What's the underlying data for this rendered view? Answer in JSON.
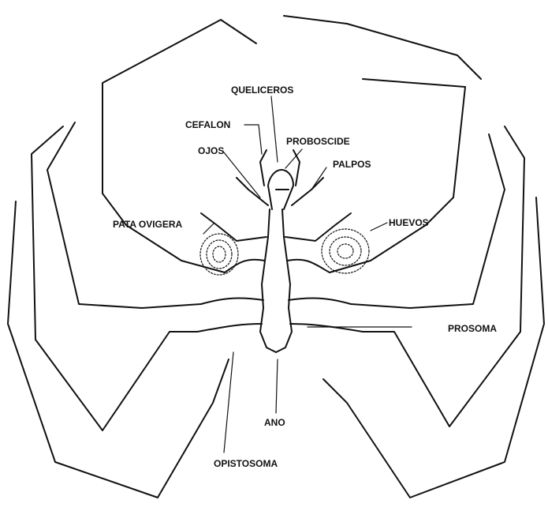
{
  "labels": {
    "queliceros": "QUELICEROS",
    "cefalon": "CEFALON",
    "proboscide": "PROBOSCIDE",
    "ojos": "OJOS",
    "palpos": "PALPOS",
    "pata_ovigera": "PATA OVIGERA",
    "huevos": "HUEVOS",
    "prosoma": "PROSOMA",
    "ano": "ANO",
    "opistosoma": "OPISTOSOMA"
  },
  "colors": {
    "ink": "#111111",
    "paper": "#ffffff"
  }
}
